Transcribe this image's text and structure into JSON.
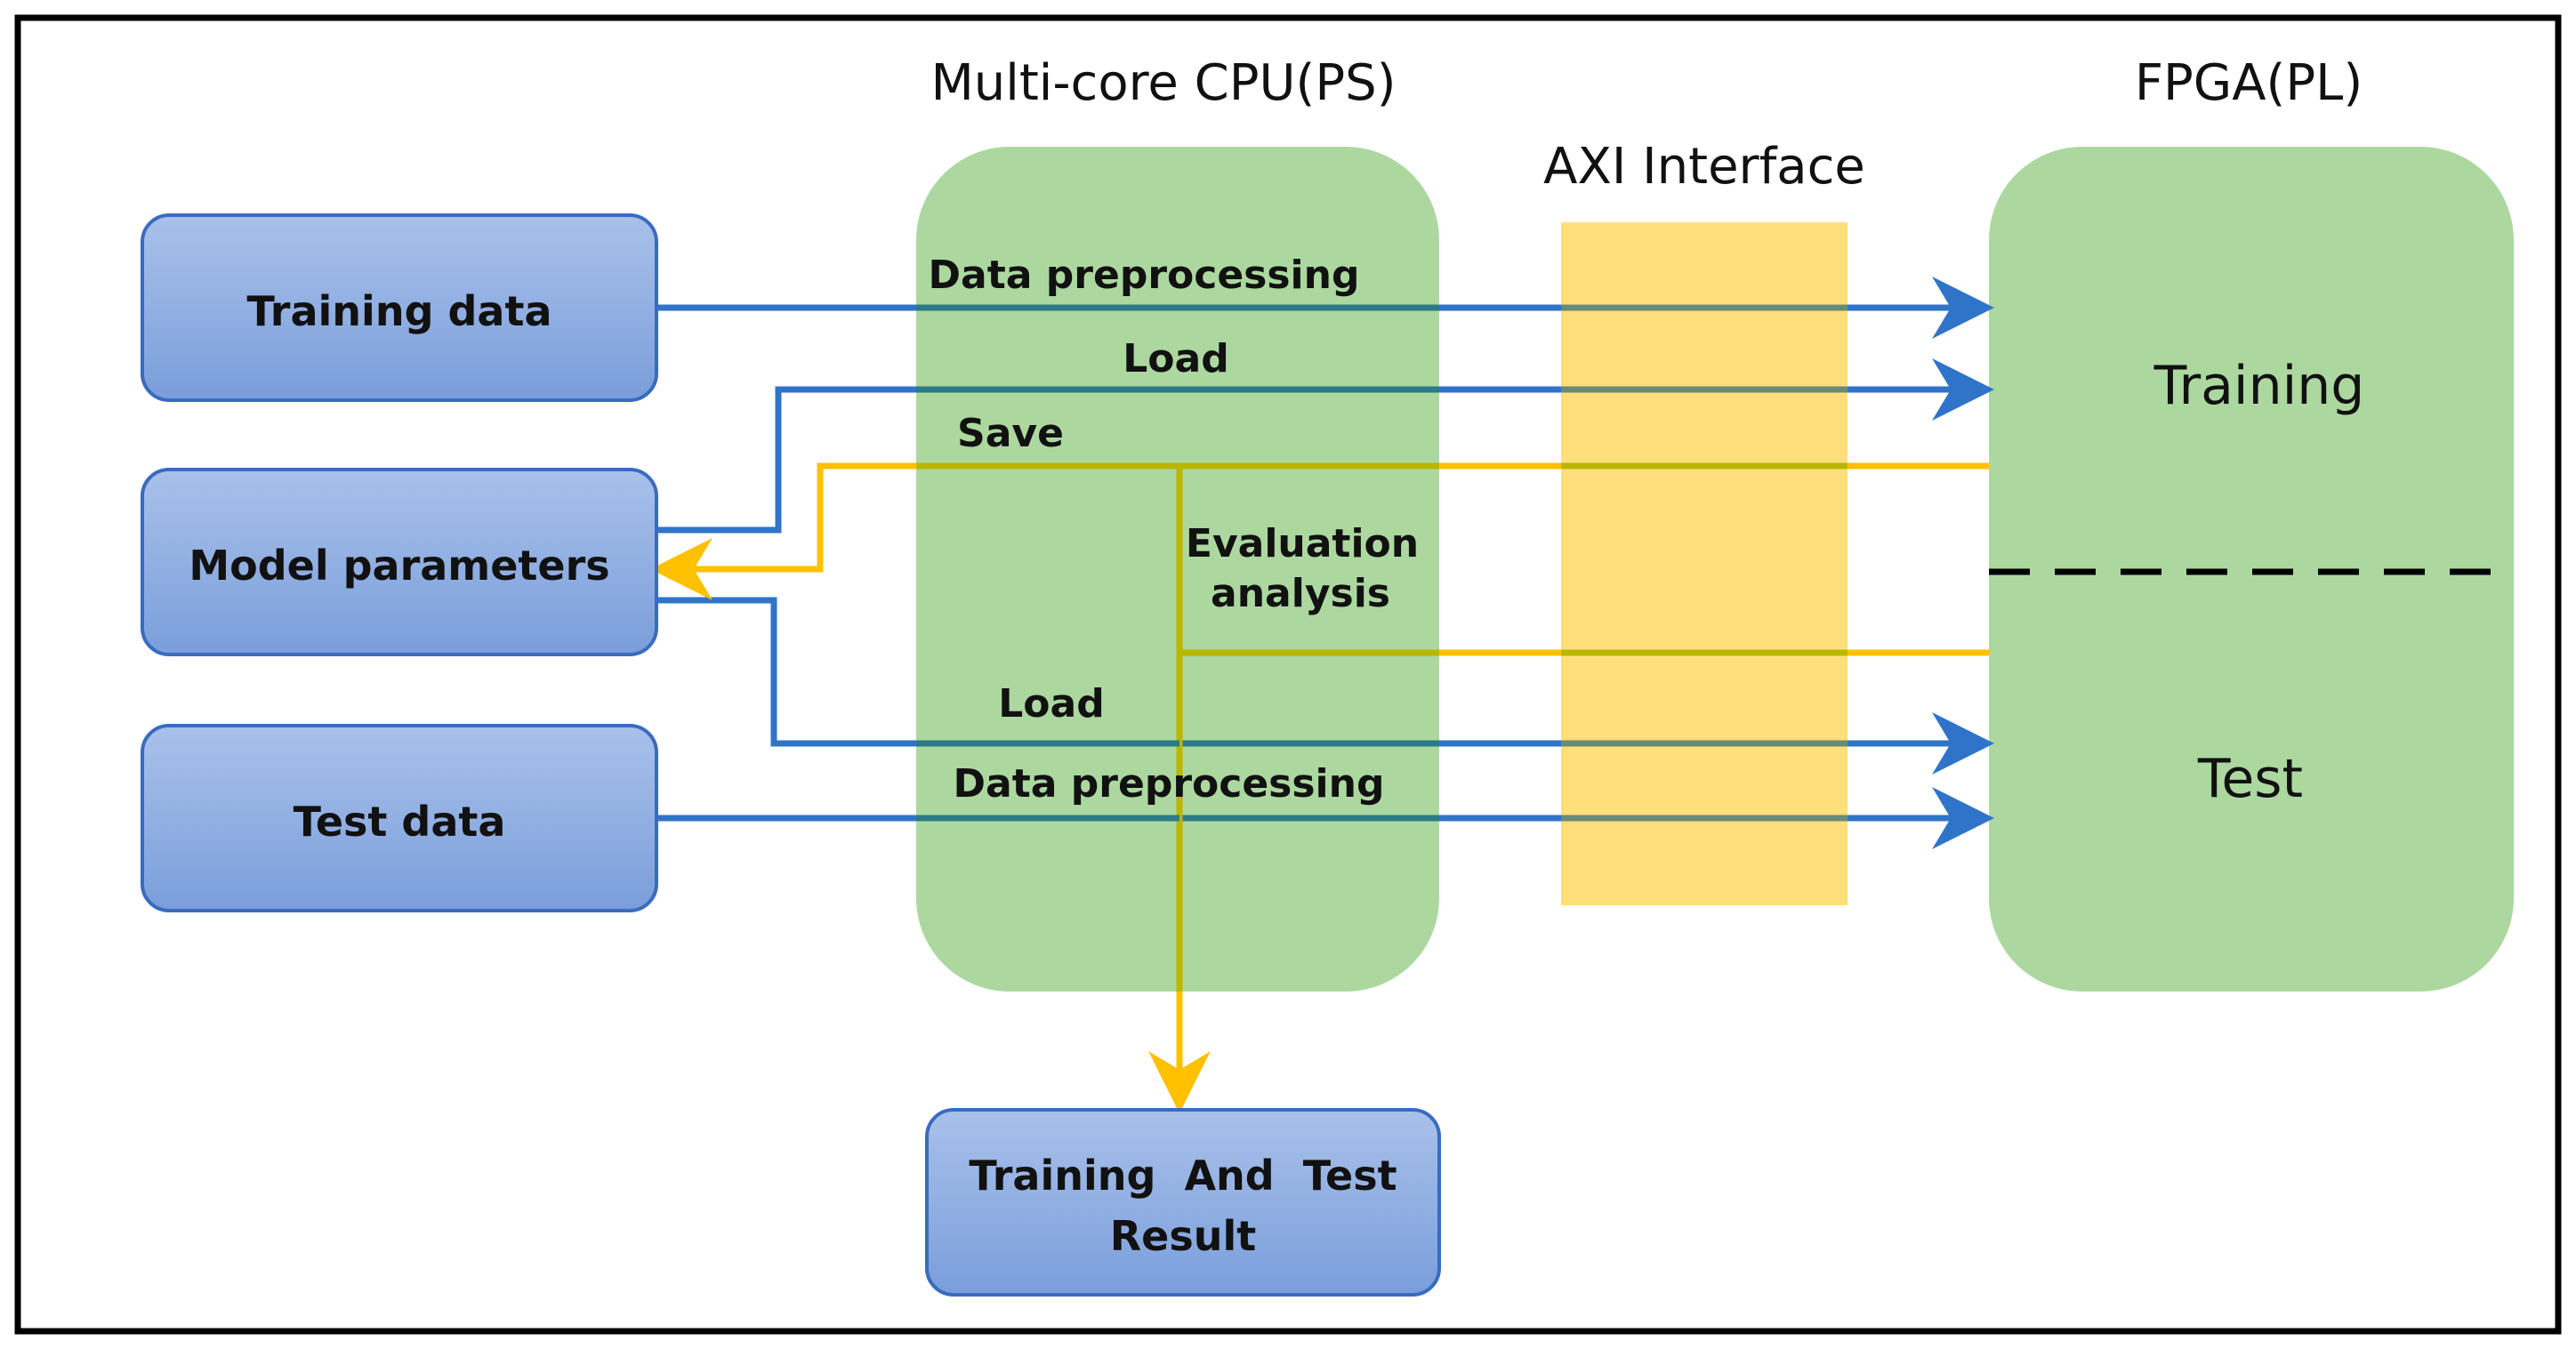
{
  "headers": {
    "cpu": "Multi-core CPU(PS)",
    "fpga": "FPGA(PL)",
    "axi": "AXI Interface"
  },
  "inputs": {
    "training_data": "Training data",
    "model_parameters": "Model parameters",
    "test_data": "Test data"
  },
  "output": {
    "result_line1": "Training  And  Test",
    "result_line2": "Result"
  },
  "fpga_blocks": {
    "training": "Training",
    "test": "Test"
  },
  "edges": {
    "data_preprocessing_top": "Data preprocessing",
    "load_top": "Load",
    "save": "Save",
    "evaluation_line1": "Evaluation",
    "evaluation_line2": "analysis",
    "load_bottom": "Load",
    "data_preprocessing_bottom": "Data preprocessing"
  },
  "colors": {
    "blue_flow": "#2f74c8",
    "yellow_flow": "#ffc000",
    "olive_overlap": "#b9b600",
    "green_region": "#acd8a0",
    "axi_band": "#ffde7c",
    "box_fill_top": "#a7bfe8",
    "box_fill_bottom": "#7b9fdc",
    "box_stroke": "#3a6bc0"
  }
}
